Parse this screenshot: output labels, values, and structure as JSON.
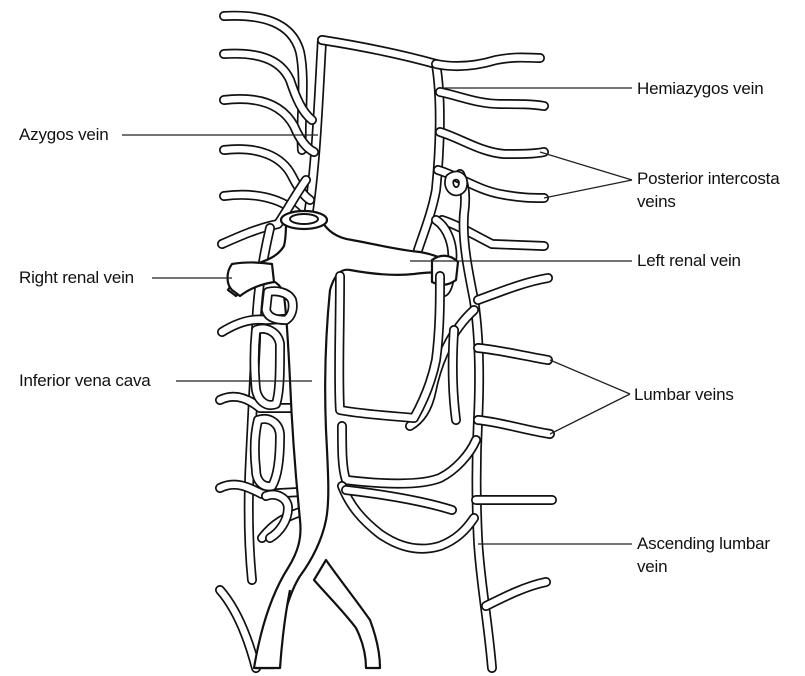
{
  "labels": {
    "azygos": "Azygos vein",
    "hemiazygos": "Hemiazygos vein",
    "posterior_intercostal_1": "Posterior intercosta",
    "posterior_intercostal_2": "veins",
    "right_renal": "Right renal vein",
    "left_renal": "Left renal vein",
    "inferior_vena_cava": "Inferior vena cava",
    "lumbar": "Lumbar veins",
    "ascending_lumbar_1": "Ascending lumbar",
    "ascending_lumbar_2": "vein"
  }
}
